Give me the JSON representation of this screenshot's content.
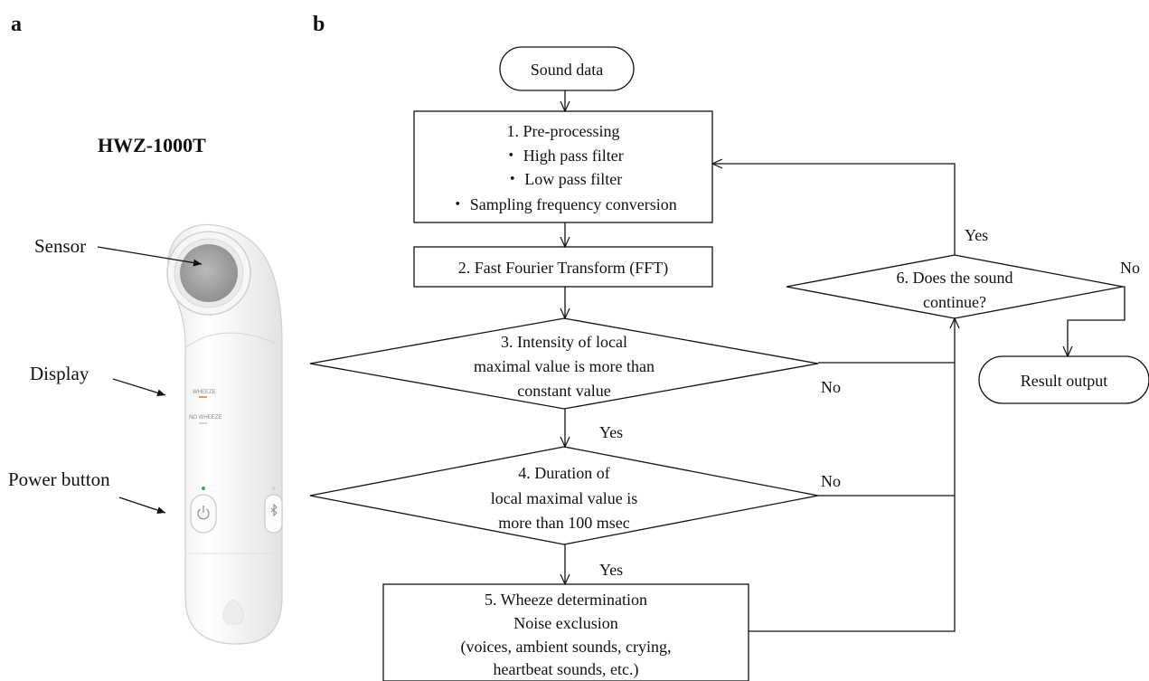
{
  "panels": {
    "a": "a",
    "b": "b"
  },
  "device": {
    "model": "HWZ-1000T",
    "callouts": {
      "sensor": "Sensor",
      "display": "Display",
      "power": "Power button"
    },
    "display_text": {
      "wheeze": "WHEEZE",
      "no_wheeze": "NO WHEEZE"
    }
  },
  "flow": {
    "start": "Sound data",
    "step1": {
      "title": "1. Pre-processing",
      "items": [
        "・ High pass filter",
        "・ Low pass filter",
        "・ Sampling frequency conversion"
      ]
    },
    "step2": "2. Fast Fourier Transform (FFT)",
    "step3": [
      "3. Intensity of local",
      "maximal value is more than",
      "constant value"
    ],
    "step4": [
      "4. Duration of",
      "local maximal value is",
      "more than 100 msec"
    ],
    "step5": [
      "5. Wheeze determination",
      "Noise exclusion",
      "(voices, ambient sounds, crying,",
      "heartbeat sounds, etc.)"
    ],
    "step6": [
      "6. Does the sound",
      "continue?"
    ],
    "end": "Result output",
    "labels": {
      "yes": "Yes",
      "no": "No"
    }
  }
}
